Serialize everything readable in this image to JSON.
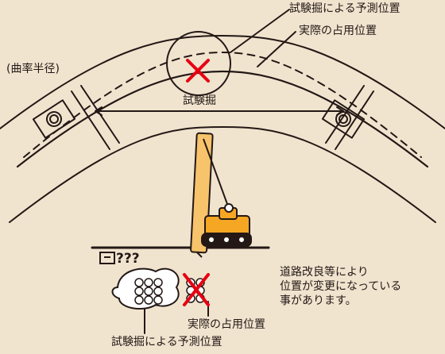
{
  "colors": {
    "background": "#f0e4cf",
    "line": "#231815",
    "cross": "#e60012",
    "machine": "#f5a623",
    "pile": "#f7c36b"
  },
  "labels": {
    "predicted_top": "試験掘による予測位置",
    "actual_top": "実際の占用位置",
    "curve_radius": "(曲率半径)",
    "test_dig": "試験掘",
    "question_marks": "???",
    "actual_bottom": "実際の占用位置",
    "predicted_bottom": "試験掘による予測位置"
  },
  "note": {
    "lines": [
      "道路改良等により",
      "位置が変更になっている",
      "事があります。"
    ]
  }
}
